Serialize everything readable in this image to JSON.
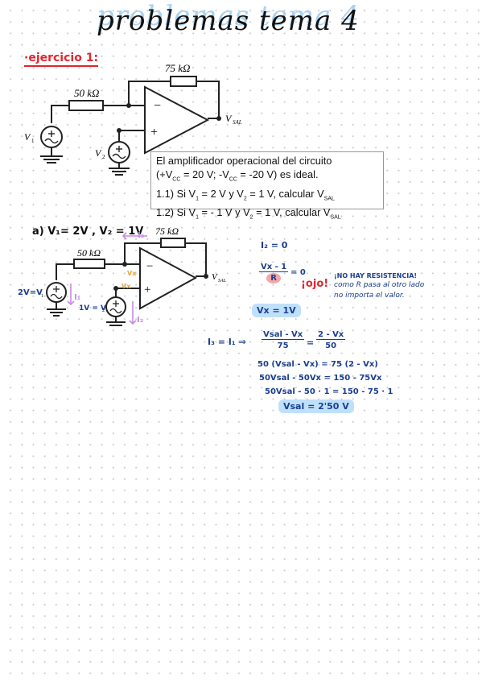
{
  "page": {
    "title": "problemas tema 4",
    "exercise_label": "·ejercicio 1:"
  },
  "circuit1": {
    "r_feedback": "75 kΩ",
    "r_input": "50 kΩ",
    "v1": "V",
    "v1_sub": "1",
    "v2": "V",
    "v2_sub": "2",
    "vsal": "V",
    "vsal_sub": "SAL",
    "minus": "−",
    "plus": "+"
  },
  "problem": {
    "line1": "El amplificador operacional del circuito",
    "line2_a": "(+V",
    "line2_b": "CC",
    "line2_c": " = 20 V; -V",
    "line2_d": "CC",
    "line2_e": " = -20 V) es ideal.",
    "line3_a": "1.1) Si V",
    "line3_b": "1",
    "line3_c": " = 2 V y V",
    "line3_d": "2",
    "line3_e": " = 1 V, calcular V",
    "line3_f": "SAL",
    "line4_a": "1.2) Si V",
    "line4_b": "1",
    "line4_c": " = - 1 V y V",
    "line4_d": "2",
    "line4_e": " = 1 V, calcular V",
    "line4_f": "SAL"
  },
  "part_a": {
    "heading": "a) V₁= 2V , V₂ = 1V",
    "circuit": {
      "i3": "I₃",
      "r_feedback": "75 kΩ",
      "r_input": "50 kΩ",
      "vx_top": "Vx",
      "vx_bottom": "Vx",
      "v1_label": "2V=V",
      "v1_sub": "1",
      "v2_label": "1V = V",
      "v2_sub": "2",
      "i1": "I₁",
      "i2": "I₂",
      "vsal": "V",
      "vsal_sub": "SAL",
      "minus": "−",
      "plus": "+"
    },
    "work": {
      "i2_zero": "I₂ = 0",
      "frac1_num": "Vx - 1",
      "frac1_den": "R",
      "frac1_eq": "= 0",
      "ojo": "¡ojo!",
      "note1": "¡NO HAY RESISTENCIA!",
      "note2": "como R pasa al otro lado",
      "note3": "no importa el valor.",
      "vx_result": "Vx = 1V",
      "eq_lhs": "I₃ = I₁  ⇒",
      "frac2_num": "Vsal - Vx",
      "frac2_den": "75",
      "eq_mid": "=",
      "frac3_num": "2 - Vx",
      "frac3_den": "50",
      "step1": "50 (Vsal - Vx) = 75 (2 - Vx)",
      "step2": "50Vsal - 50Vx = 150 - 75Vx",
      "step3": "50Vsal - 50 · 1 = 150 - 75 · 1",
      "result": "Vsal = 2'50 V"
    }
  },
  "colors": {
    "red": "#e0262f",
    "blue_ink": "#1b3f8f",
    "highlight": "#bfe0fb",
    "orange": "#e8a33a",
    "purple": "#c58be6",
    "pink": "#f6a6a9"
  }
}
